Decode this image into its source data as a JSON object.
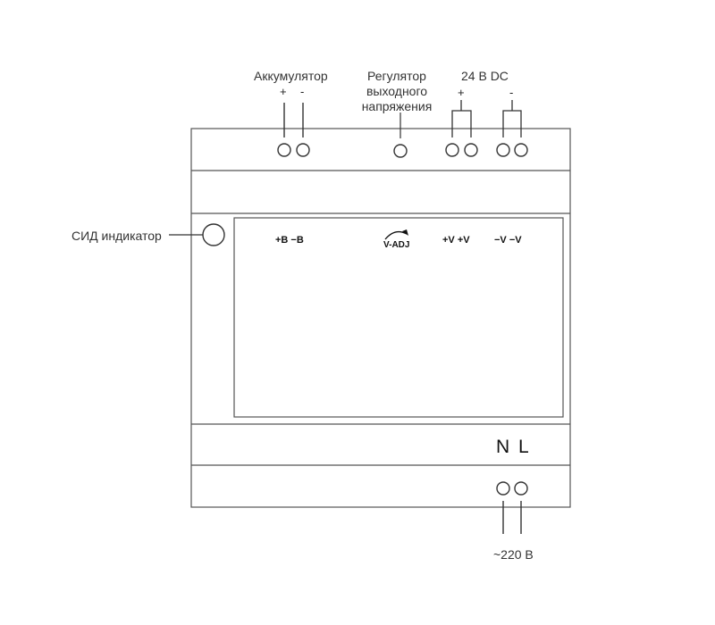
{
  "labels": {
    "battery": "Аккумулятор",
    "regulator_line1": "Регулятор",
    "regulator_line2": "выходного",
    "regulator_line3": "напряжения",
    "output": "24 В DC",
    "led": "СИД индикатор",
    "mains": "~220 В"
  },
  "signs": {
    "battery_plus": "+",
    "battery_minus": "-",
    "out_plus": "+",
    "out_minus": "-"
  },
  "panel_marks": {
    "battery": "+B  −B",
    "vadj": "V-ADJ",
    "vplus": "+V  +V",
    "vminus": "−V  −V",
    "nl": "N L"
  }
}
